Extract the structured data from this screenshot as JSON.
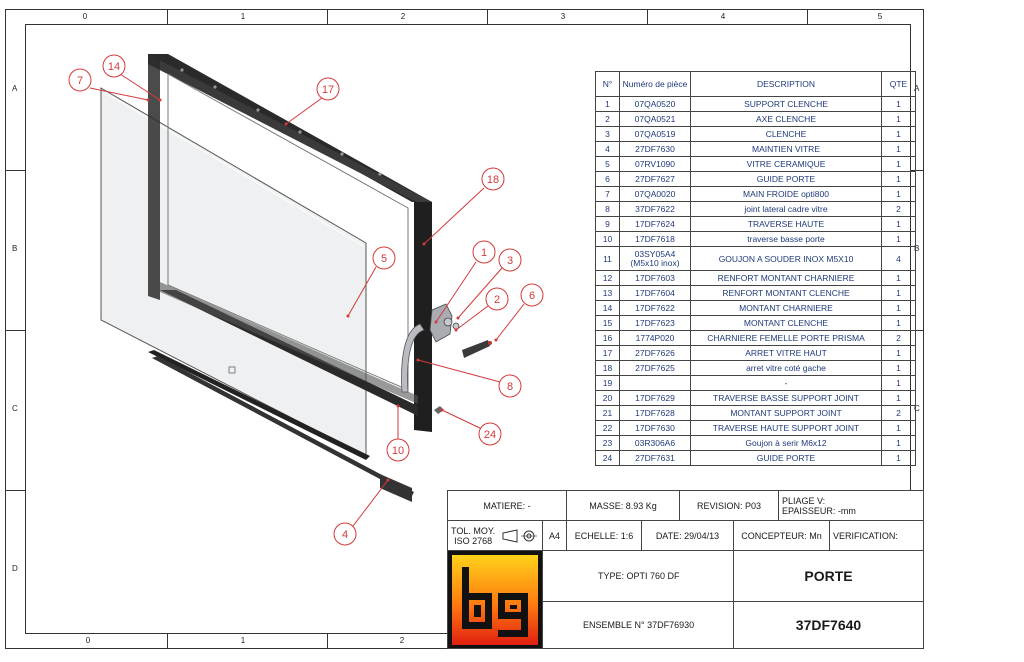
{
  "zones": {
    "columns": [
      "0",
      "1",
      "2",
      "3",
      "4",
      "5"
    ],
    "bottom_columns": [
      "0",
      "1",
      "2"
    ],
    "rows": [
      "A",
      "B",
      "C",
      "D"
    ]
  },
  "callouts": [
    "1",
    "2",
    "3",
    "4",
    "5",
    "6",
    "7",
    "8",
    "10",
    "14",
    "17",
    "18",
    "24"
  ],
  "bom": {
    "headers": {
      "no": "N°",
      "ref": "Numéro de pièce",
      "desc": "DESCRIPTION",
      "qty": "QTE"
    },
    "rows": [
      {
        "no": "1",
        "ref": "07QA0520",
        "desc": "SUPPORT CLENCHE",
        "qty": "1"
      },
      {
        "no": "2",
        "ref": "07QA0521",
        "desc": "AXE CLENCHE",
        "qty": "1"
      },
      {
        "no": "3",
        "ref": "07QA0519",
        "desc": "CLENCHE",
        "qty": "1"
      },
      {
        "no": "4",
        "ref": "27DF7630",
        "desc": "MAINTIEN VITRE",
        "qty": "1"
      },
      {
        "no": "5",
        "ref": "07RV1090",
        "desc": "VITRE CERAMIQUE",
        "qty": "1"
      },
      {
        "no": "6",
        "ref": "27DF7627",
        "desc": "GUIDE PORTE",
        "qty": "1"
      },
      {
        "no": "7",
        "ref": "07QA0020",
        "desc": "MAIN FROIDE opti800",
        "qty": "1"
      },
      {
        "no": "8",
        "ref": "37DF7622",
        "desc": "joint lateral cadre vitre",
        "qty": "2"
      },
      {
        "no": "9",
        "ref": "17DF7624",
        "desc": "TRAVERSE HAUTE",
        "qty": "1"
      },
      {
        "no": "10",
        "ref": "17DF7618",
        "desc": "traverse basse  porte",
        "qty": "1"
      },
      {
        "no": "11",
        "ref": "03SY05A4\n(M5x10 inox)",
        "desc": "GOUJON A SOUDER INOX M5X10",
        "qty": "4"
      },
      {
        "no": "12",
        "ref": "17DF7603",
        "desc": "RENFORT MONTANT CHARNIERE",
        "qty": "1"
      },
      {
        "no": "13",
        "ref": "17DF7604",
        "desc": "RENFORT MONTANT CLENCHE",
        "qty": "1"
      },
      {
        "no": "14",
        "ref": "17DF7622",
        "desc": "MONTANT CHARNIERE",
        "qty": "1"
      },
      {
        "no": "15",
        "ref": "17DF7623",
        "desc": "MONTANT  CLENCHE",
        "qty": "1"
      },
      {
        "no": "16",
        "ref": "1774P020",
        "desc": "CHARNIERE FEMELLE PORTE PRISMA",
        "qty": "2"
      },
      {
        "no": "17",
        "ref": "27DF7626",
        "desc": "ARRET VITRE HAUT",
        "qty": "1"
      },
      {
        "no": "18",
        "ref": "27DF7625",
        "desc": "arret vitre coté gache",
        "qty": "1"
      },
      {
        "no": "19",
        "ref": "",
        "desc": "-",
        "qty": "1"
      },
      {
        "no": "20",
        "ref": "17DF7629",
        "desc": "TRAVERSE BASSE SUPPORT JOINT",
        "qty": "1"
      },
      {
        "no": "21",
        "ref": "17DF7628",
        "desc": "MONTANT SUPPORT JOINT",
        "qty": "2"
      },
      {
        "no": "22",
        "ref": "17DF7630",
        "desc": "TRAVERSE HAUTE SUPPORT JOINT",
        "qty": "1"
      },
      {
        "no": "23",
        "ref": "03R306A6",
        "desc": "Goujon à serir M6x12",
        "qty": "1"
      },
      {
        "no": "24",
        "ref": "27DF7631",
        "desc": "GUIDE PORTE",
        "qty": "1"
      }
    ]
  },
  "title_block": {
    "matiere": "MATIERE: -",
    "masse": "MASSE: 8.93 Kg",
    "revision": "REVISION: P03",
    "pliage": "PLIAGE V:",
    "epaisseur": "EPAISSEUR: -mm",
    "tol": "TOL. MOY.",
    "iso": "ISO 2768",
    "format": "A4",
    "echelle": "ECHELLE: 1:6",
    "date": "DATE: 29/04/13",
    "concepteur": "CONCEPTEUR: Mn",
    "verification": "VERIFICATION:",
    "type": "TYPE: OPTI 760 DF",
    "ensemble": "ENSEMBLE N° 37DF76930",
    "name": "PORTE",
    "part_number": "37DF7640"
  },
  "colors": {
    "callout": "#d33a3a",
    "text_blue": "#1f3a7a",
    "logo_black": "#111111"
  }
}
